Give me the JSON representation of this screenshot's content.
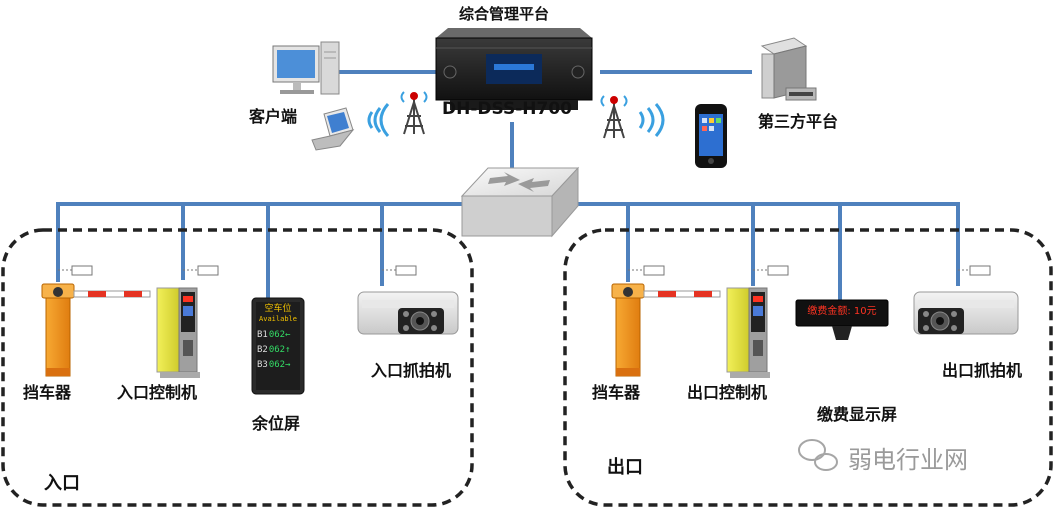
{
  "platform": {
    "title": "综合管理平台",
    "model": "DH-DSS-H700"
  },
  "nodes": {
    "client": "客户端",
    "third_party": "第三方平台"
  },
  "entrance": {
    "zone_label": "入口",
    "barrier": "挡车器",
    "controller": "入口控制机",
    "space_display": "余位屏",
    "camera": "入口抓拍机",
    "space_screen": {
      "header_cn": "空车位",
      "header_en": "Available",
      "rows": [
        {
          "level": "B1",
          "count": "062",
          "arrow": "←"
        },
        {
          "level": "B2",
          "count": "062",
          "arrow": "↑"
        },
        {
          "level": "B3",
          "count": "062",
          "arrow": "→"
        }
      ]
    }
  },
  "exit": {
    "zone_label": "出口",
    "barrier": "挡车器",
    "controller": "出口控制机",
    "fee_display": "缴费显示屏",
    "camera": "出口抓拍机",
    "fee_screen_text": "缴费金额: 10元"
  },
  "watermark": "弱电行业网",
  "colors": {
    "link": "#4f81bd",
    "zone_border": "#222222",
    "barrier_orange": "#f39a1e",
    "controller_yellow": "#e8e64a",
    "led_green": "#33dd66",
    "led_red": "#ff3322"
  }
}
